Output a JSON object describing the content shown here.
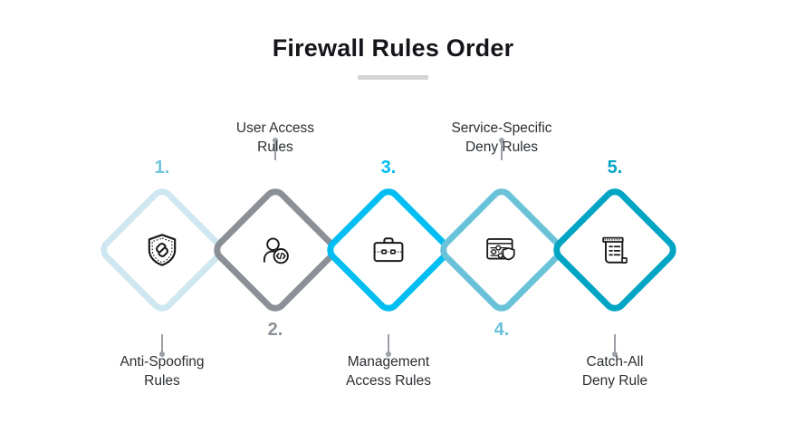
{
  "header": {
    "title": "Firewall Rules Order",
    "divider": true,
    "divider_color": "#d3d5d7",
    "title_color": "#15161a"
  },
  "chart_data": {
    "type": "diagram",
    "subtype": "ordered-process-chain",
    "title": "Firewall Rules Order",
    "orientation": "horizontal",
    "shape": "rounded-diamond",
    "step_count": 5,
    "background": "#ffffff",
    "steps": [
      {
        "number": "1.",
        "label": "Anti-Spoofing Rules",
        "label_lines": [
          "Anti-Spoofing",
          "Rules"
        ],
        "label_position": "below",
        "number_position": "above",
        "color": "#cfe7f0",
        "number_color": "#72c5dd",
        "icon": "shield-link-icon"
      },
      {
        "number": "2.",
        "label": "User Access Rules",
        "label_lines": [
          "User Access",
          "Rules"
        ],
        "label_position": "above",
        "number_position": "below",
        "color": "#8b9096",
        "number_color": "#8b9096",
        "icon": "user-code-icon"
      },
      {
        "number": "3.",
        "label": "Management Access Rules",
        "label_lines": [
          "Management",
          "Access Rules"
        ],
        "label_position": "below",
        "number_position": "above",
        "color": "#00bdf2",
        "number_color": "#00bdf2",
        "icon": "briefcase-icon"
      },
      {
        "number": "4.",
        "label": "Service-Specific Deny Rules",
        "label_lines": [
          "Service-Specific",
          "Deny Rules"
        ],
        "label_position": "above",
        "number_position": "below",
        "color": "#6ac2d9",
        "number_color": "#6ac2d9",
        "icon": "settings-shield-icon"
      },
      {
        "number": "5.",
        "label": "Catch-All Deny Rule",
        "label_lines": [
          "Catch-All",
          "Deny Rule"
        ],
        "label_position": "below",
        "number_position": "above",
        "color": "#00a5c4",
        "number_color": "#00a5c4",
        "icon": "scroll-list-icon"
      }
    ],
    "connector_color": "#9aa0a6",
    "icon_color": "#1a1a1a"
  }
}
